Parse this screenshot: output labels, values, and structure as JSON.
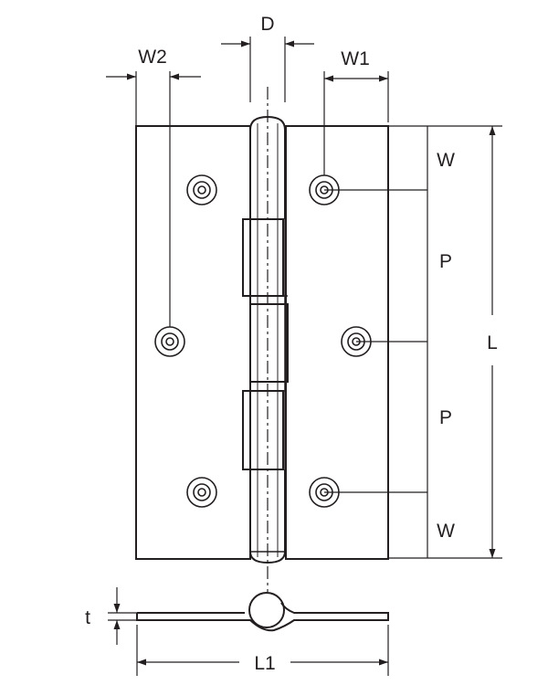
{
  "labels": {
    "d": "D",
    "w2": "W2",
    "w1": "W1",
    "w_top": "W",
    "p_top": "P",
    "l": "L",
    "p_bottom": "P",
    "w_bottom": "W",
    "t": "t",
    "l1": "L1"
  },
  "colors": {
    "line": "#231f20",
    "background": "#ffffff"
  }
}
